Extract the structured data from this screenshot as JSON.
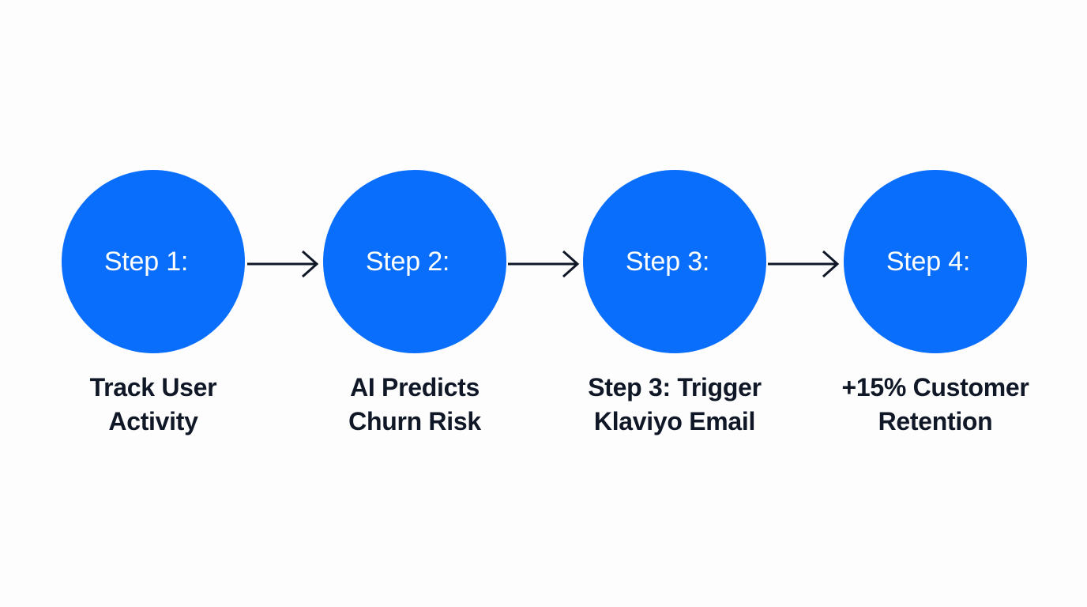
{
  "diagram": {
    "type": "process-flow",
    "orientation": "horizontal",
    "background_color": "#fdfdfd",
    "node_color": "#0a6efd",
    "node_text_color": "#ffffff",
    "caption_text_color": "#101828",
    "arrow_color": "#101828",
    "steps": [
      {
        "circle_label": "Step 1:",
        "caption_lines": [
          "Track User",
          "Activity"
        ],
        "caption": "Track User Activity"
      },
      {
        "circle_label": "Step 2:",
        "caption_lines": [
          "AI Predicts",
          "Churn Risk"
        ],
        "caption": "AI Predicts Churn Risk"
      },
      {
        "circle_label": "Step 3:",
        "caption_lines": [
          "Step 3: Trigger",
          "Klaviyo Email"
        ],
        "caption": "Step 3: Trigger Klaviyo Email"
      },
      {
        "circle_label": "Step 4:",
        "caption_lines": [
          "+15% Customer",
          "Retention"
        ],
        "caption": "+15% Customer Retention"
      }
    ],
    "connectors": [
      {
        "icon": "arrow-right-icon",
        "from": "Step 1:",
        "to": "Step 2:"
      },
      {
        "icon": "arrow-right-icon",
        "from": "Step 2:",
        "to": "Step 3:"
      },
      {
        "icon": "arrow-right-icon",
        "from": "Step 3:",
        "to": "Step 4:"
      }
    ]
  }
}
